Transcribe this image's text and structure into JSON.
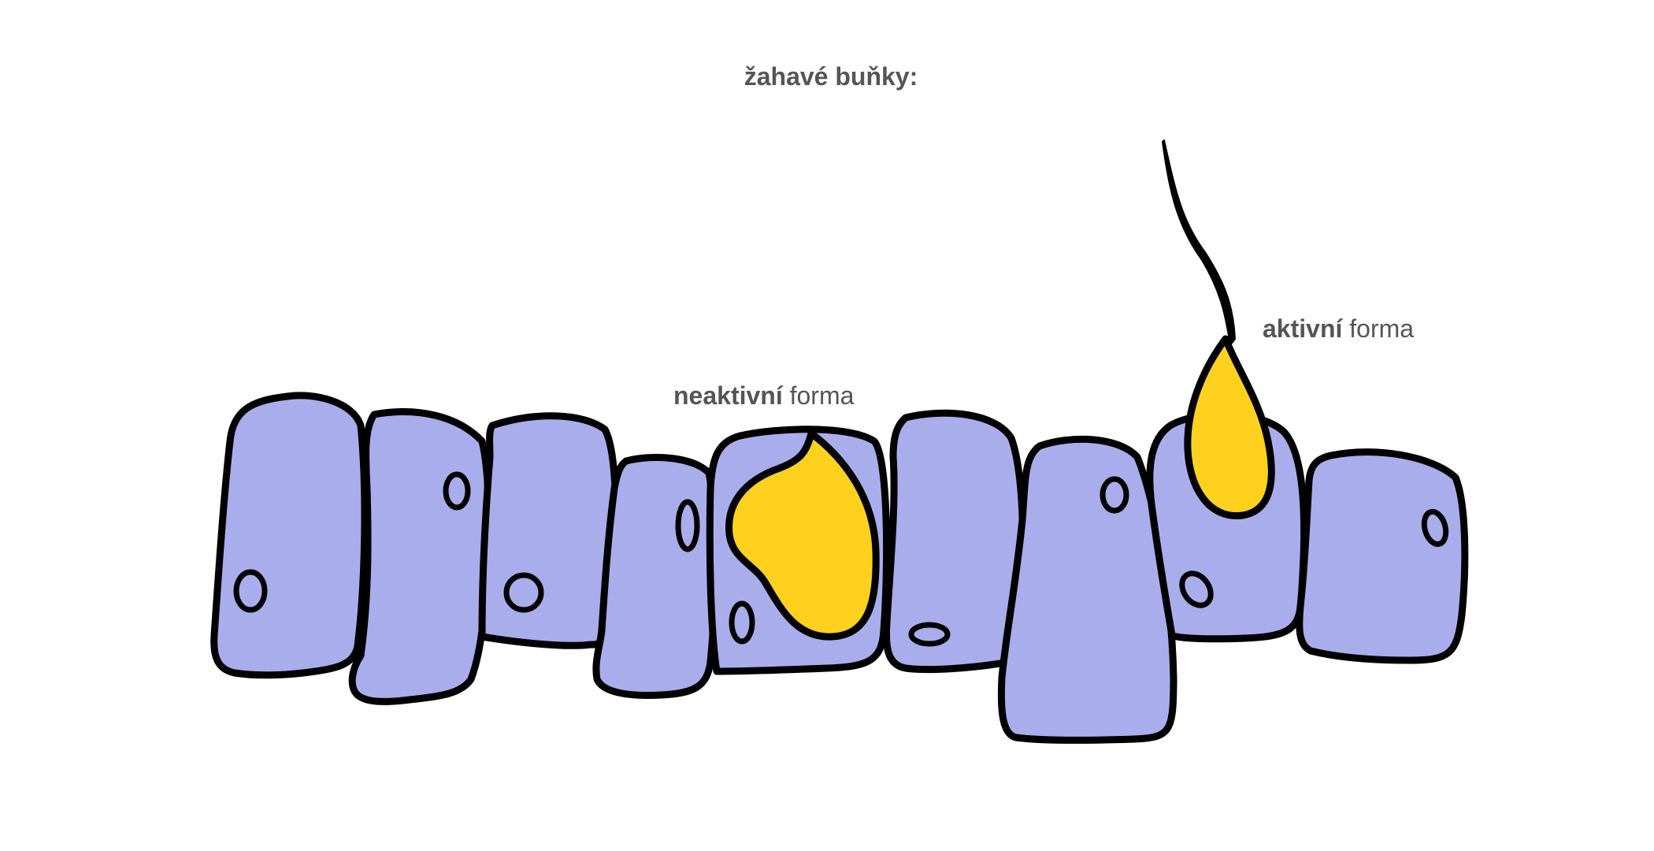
{
  "title": "žahavé buňky:",
  "labels": {
    "inactive": {
      "bold": "neaktivní",
      "normal": " forma"
    },
    "active": {
      "bold": "aktivní",
      "normal": " forma"
    }
  },
  "colors": {
    "cell_fill": "#aaadeb",
    "cnidocyte_fill": "#fdd11d",
    "outline": "#000000",
    "text": "#555555"
  }
}
